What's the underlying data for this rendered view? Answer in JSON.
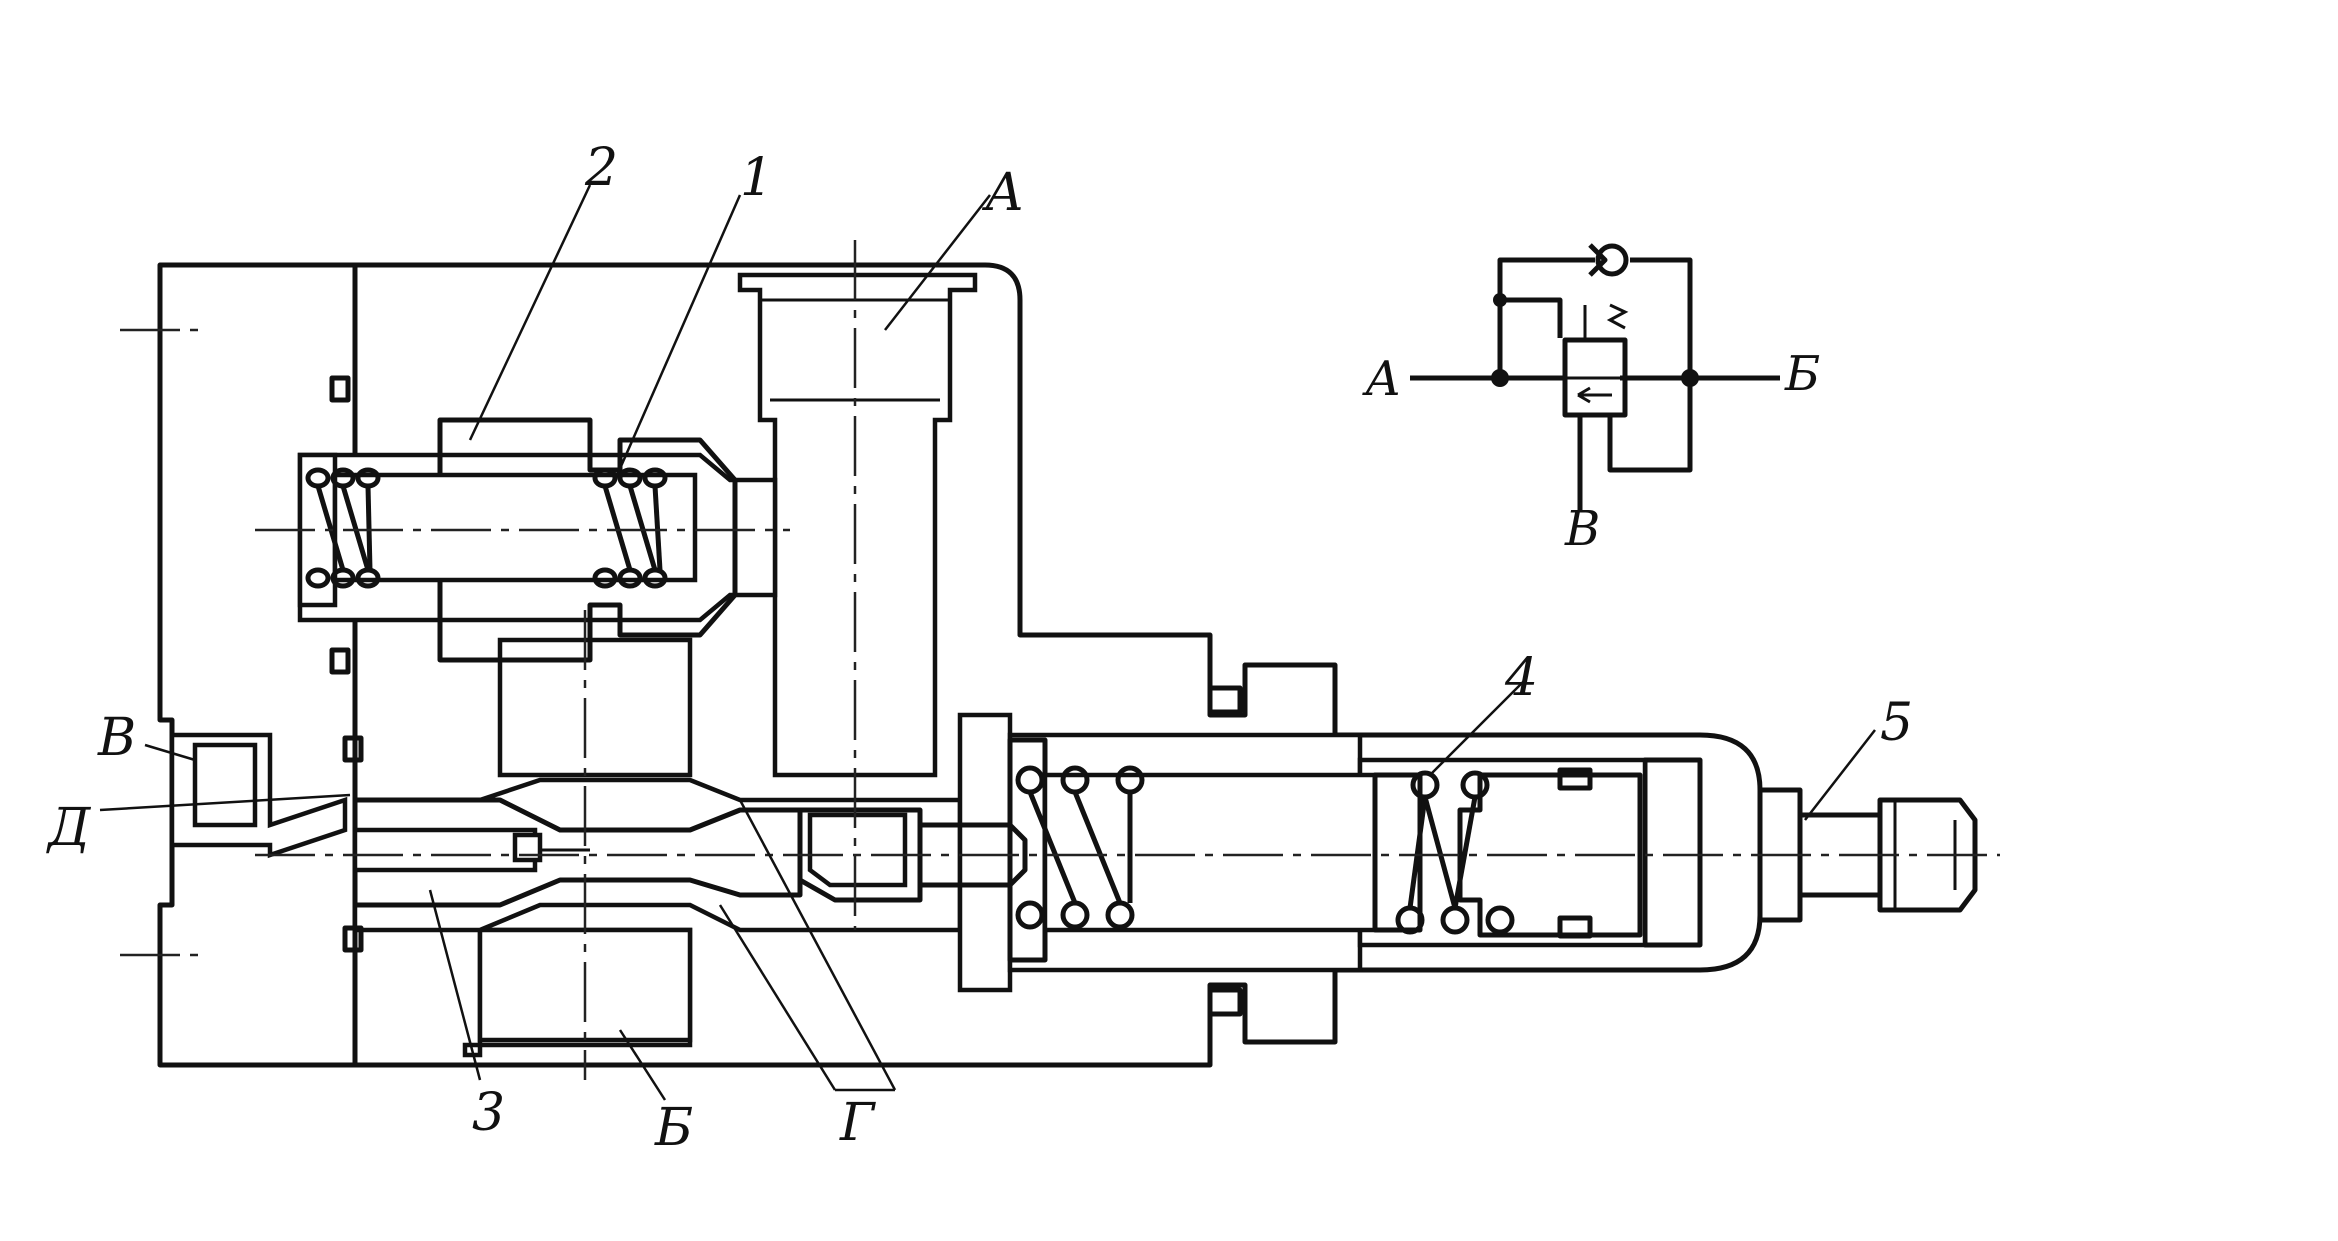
{
  "labels": {
    "part_1": "1",
    "part_2": "2",
    "part_3": "3",
    "part_4": "4",
    "part_5": "5",
    "port_a": "А",
    "port_b": "Б",
    "port_v": "В",
    "channel_g": "Г",
    "channel_d": "Д"
  },
  "schematic": {
    "port_a": "А",
    "port_b": "Б",
    "port_v": "В"
  },
  "colors": {
    "ink": "#111111",
    "paper": "#ffffff"
  }
}
